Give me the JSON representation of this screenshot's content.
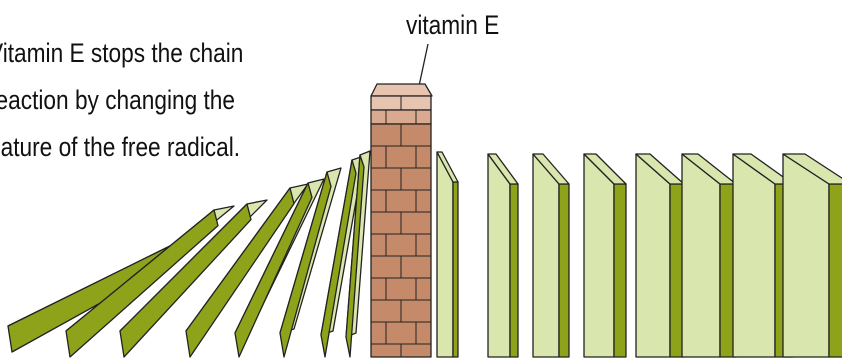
{
  "caption": {
    "lines": [
      "Vitamin E stops the chain",
      "reaction by changing the",
      "nature of the free radical."
    ]
  },
  "label": "vitamin E",
  "colors": {
    "domino_face": "#d9e6ae",
    "domino_side": "#8ea31a",
    "brick_main": "#c48a6a",
    "brick_mortar": "#9c5f45",
    "brick_top": "#e7c4b0",
    "brick_top_mid": "#d9aa8f",
    "outline": "#222222"
  },
  "dominoes": {
    "fallen_count": 8,
    "standing_count": 8
  }
}
